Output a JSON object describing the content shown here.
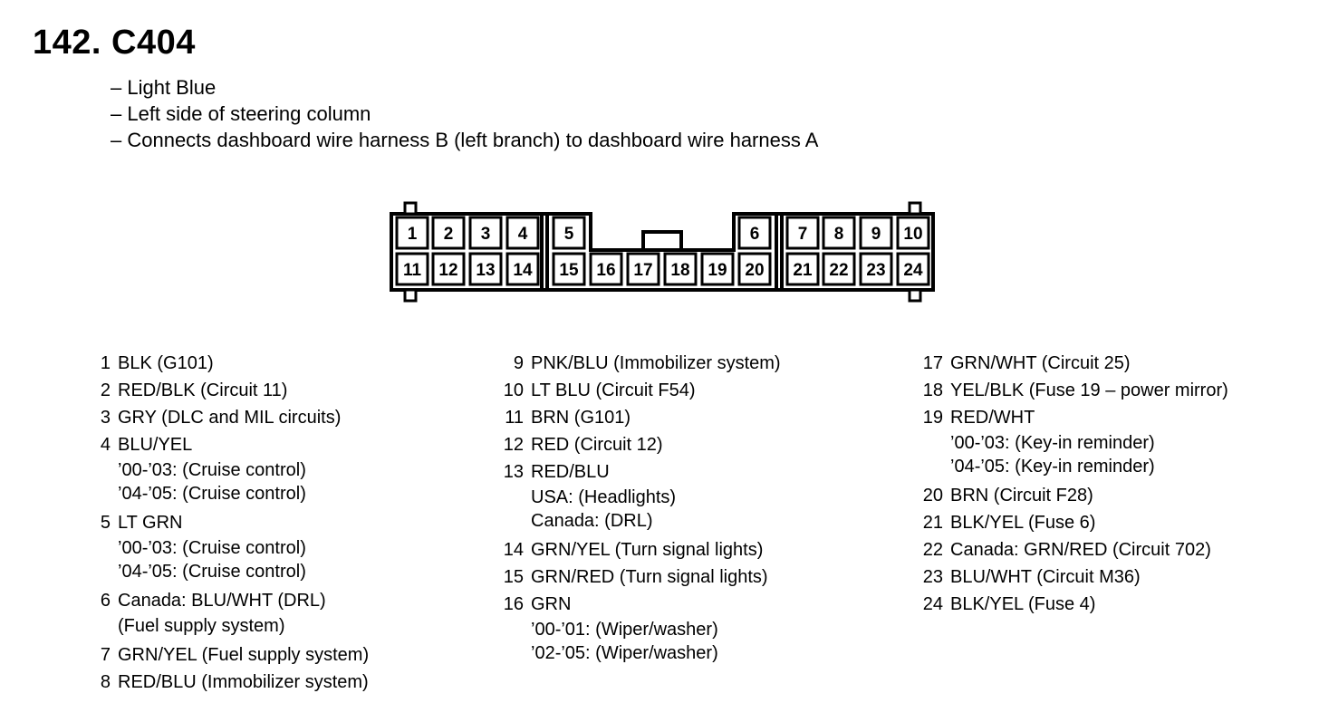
{
  "title": "142. C404",
  "description": [
    "– Light Blue",
    "– Left side of steering column",
    "– Connects dashboard wire harness B (left branch) to dashboard wire harness A"
  ],
  "connector": {
    "top_row": [
      "1",
      "2",
      "3",
      "4",
      "5",
      "6",
      "7",
      "8",
      "9",
      "10"
    ],
    "bottom_row": [
      "11",
      "12",
      "13",
      "14",
      "15",
      "16",
      "17",
      "18",
      "19",
      "20",
      "21",
      "22",
      "23",
      "24"
    ]
  },
  "pins": [
    [
      {
        "num": "1",
        "text": "BLK (G101)",
        "sub": []
      },
      {
        "num": "2",
        "text": "RED/BLK (Circuit 11)",
        "sub": []
      },
      {
        "num": "3",
        "text": "GRY (DLC and MIL circuits)",
        "sub": []
      },
      {
        "num": "4",
        "text": "BLU/YEL",
        "sub": [
          "’00-’03: (Cruise control)",
          "’04-’05: (Cruise control)"
        ]
      },
      {
        "num": "5",
        "text": "LT GRN",
        "sub": [
          "’00-’03: (Cruise control)",
          "’04-’05: (Cruise control)"
        ]
      },
      {
        "num": "6",
        "text": "Canada: BLU/WHT (DRL)",
        "sub": [
          "(Fuel supply system)"
        ]
      },
      {
        "num": "7",
        "text": "GRN/YEL (Fuel supply system)",
        "sub": []
      },
      {
        "num": "8",
        "text": "RED/BLU (Immobilizer system)",
        "sub": []
      }
    ],
    [
      {
        "num": "9",
        "text": "PNK/BLU (Immobilizer system)",
        "sub": []
      },
      {
        "num": "10",
        "text": "LT BLU (Circuit F54)",
        "sub": []
      },
      {
        "num": "11",
        "text": "BRN (G101)",
        "sub": []
      },
      {
        "num": "12",
        "text": "RED (Circuit 12)",
        "sub": []
      },
      {
        "num": "13",
        "text": "RED/BLU",
        "sub": [
          "USA: (Headlights)",
          "Canada: (DRL)"
        ]
      },
      {
        "num": "14",
        "text": "GRN/YEL (Turn signal lights)",
        "sub": []
      },
      {
        "num": "15",
        "text": "GRN/RED (Turn signal lights)",
        "sub": []
      },
      {
        "num": "16",
        "text": "GRN",
        "sub": [
          "’00-’01: (Wiper/washer)",
          "’02-’05: (Wiper/washer)"
        ]
      }
    ],
    [
      {
        "num": "17",
        "text": "GRN/WHT (Circuit 25)",
        "sub": []
      },
      {
        "num": "18",
        "text": "YEL/BLK (Fuse 19 – power mirror)",
        "sub": []
      },
      {
        "num": "19",
        "text": "RED/WHT",
        "sub": [
          "’00-’03: (Key-in reminder)",
          "’04-’05: (Key-in reminder)"
        ]
      },
      {
        "num": "20",
        "text": "BRN (Circuit F28)",
        "sub": []
      },
      {
        "num": "21",
        "text": "BLK/YEL (Fuse 6)",
        "sub": []
      },
      {
        "num": "22",
        "text": "Canada: GRN/RED (Circuit 702)",
        "sub": []
      },
      {
        "num": "23",
        "text": "BLU/WHT (Circuit M36)",
        "sub": []
      },
      {
        "num": "24",
        "text": "BLK/YEL (Fuse 4)",
        "sub": []
      }
    ]
  ]
}
